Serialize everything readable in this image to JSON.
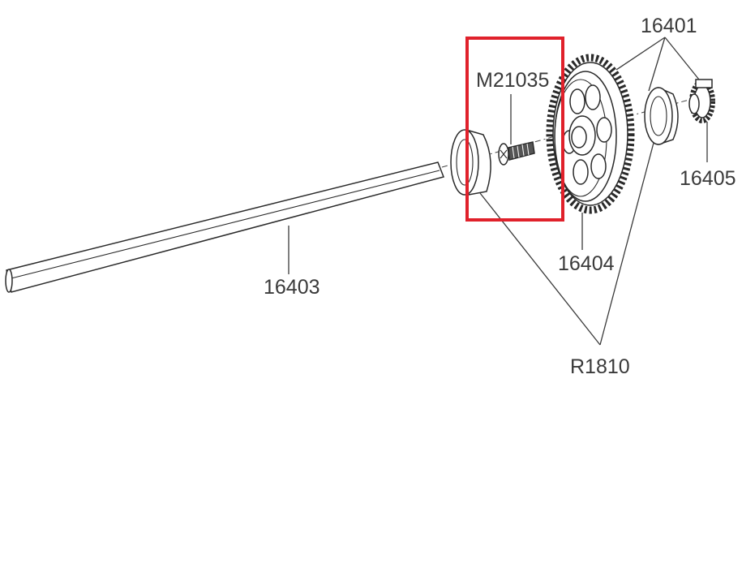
{
  "labels": {
    "pinion_assembly": "16401",
    "screw": "M21035",
    "pinion": "16405",
    "spur_gear": "16404",
    "shaft": "16403",
    "bearing": "R1810"
  },
  "highlight": {
    "target": "M21035",
    "color": "#e0212b"
  },
  "colors": {
    "line": "#3a3a3a",
    "background": "#ffffff"
  }
}
